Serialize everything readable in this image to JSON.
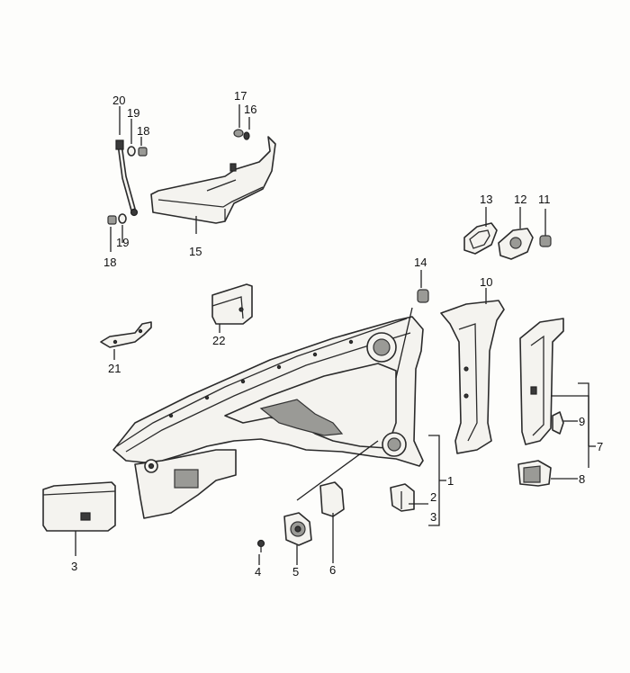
{
  "callouts": {
    "c1": "1",
    "c2": "2",
    "c3a": "3",
    "c3b": "3",
    "c4": "4",
    "c5": "5",
    "c6": "6",
    "c7": "7",
    "c8": "8",
    "c9": "9",
    "c10": "10",
    "c11": "11",
    "c12": "12",
    "c13": "13",
    "c14": "14",
    "c15": "15",
    "c16": "16",
    "c17": "17",
    "c18a": "18",
    "c18b": "18",
    "c19a": "19",
    "c19b": "19",
    "c20": "20",
    "c21": "21",
    "c22": "22"
  }
}
